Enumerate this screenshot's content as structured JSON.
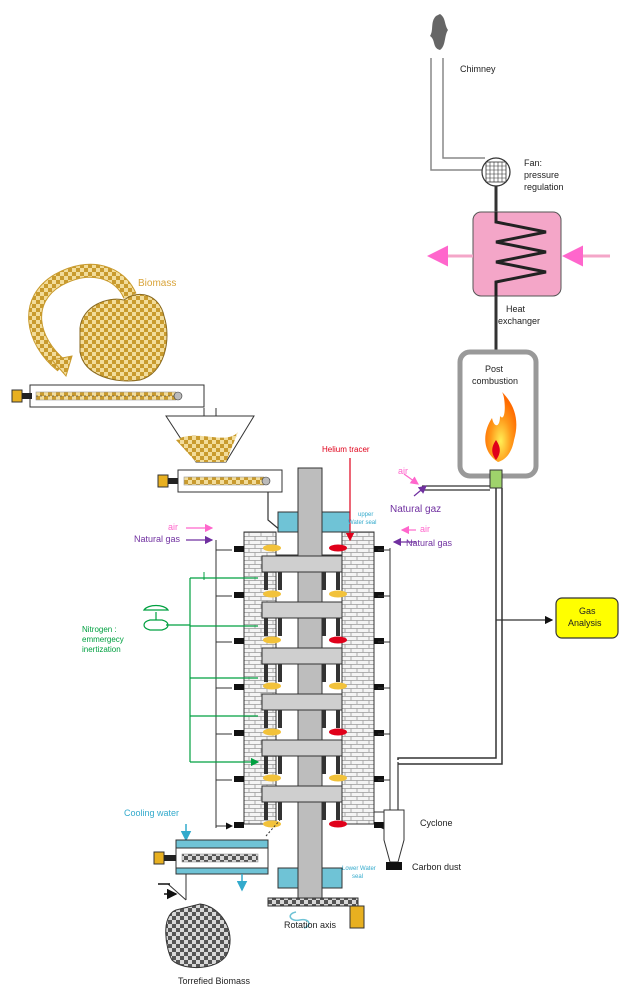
{
  "labels": {
    "chimney": "Chimney",
    "fan_line1": "Fan:",
    "fan_line2": "pressure",
    "fan_line3": "regulation",
    "heat_exchanger_line1": "Heat",
    "heat_exchanger_line2": "exchanger",
    "post_combustion_line1": "Post",
    "post_combustion_line2": "combustion",
    "biomass": "Biomass",
    "helium_tracer": "Helium tracer",
    "air_right_top": "air",
    "natural_gaz": "Natural gaz",
    "upper_water_seal_line1": "upper",
    "upper_water_seal_line2": "Water seal",
    "air_left": "air",
    "natural_gas_left": "Natural gas",
    "air_right": "air",
    "natural_gas_right": "Natural gas",
    "gas_analysis_line1": "Gas",
    "gas_analysis_line2": "Analysis",
    "nitrogen_line1": "Nitrogen :",
    "nitrogen_line2": "emmergecy",
    "nitrogen_line3": "inertization",
    "cooling_water": "Cooling water",
    "cyclone": "Cyclone",
    "carbon_dust": "Carbon dust",
    "lower_water_seal_line1": "Lower Water",
    "lower_water_seal_line2": "seal",
    "rotation_axis": "Rotation axis",
    "torrefied_biomass": "Torrefied Biomass"
  },
  "colors": {
    "biomass_text": "#d9a43a",
    "helium": "#e0001a",
    "air": "#ff66cc",
    "natural_gas": "#7030a0",
    "nitrogen": "#00a040",
    "cooling_water": "#33aacc",
    "water": "#6fc3d6",
    "heat_exchanger": "#f4a6c8",
    "gas_box": "#ffff00",
    "flame": "#ff8c1a"
  }
}
